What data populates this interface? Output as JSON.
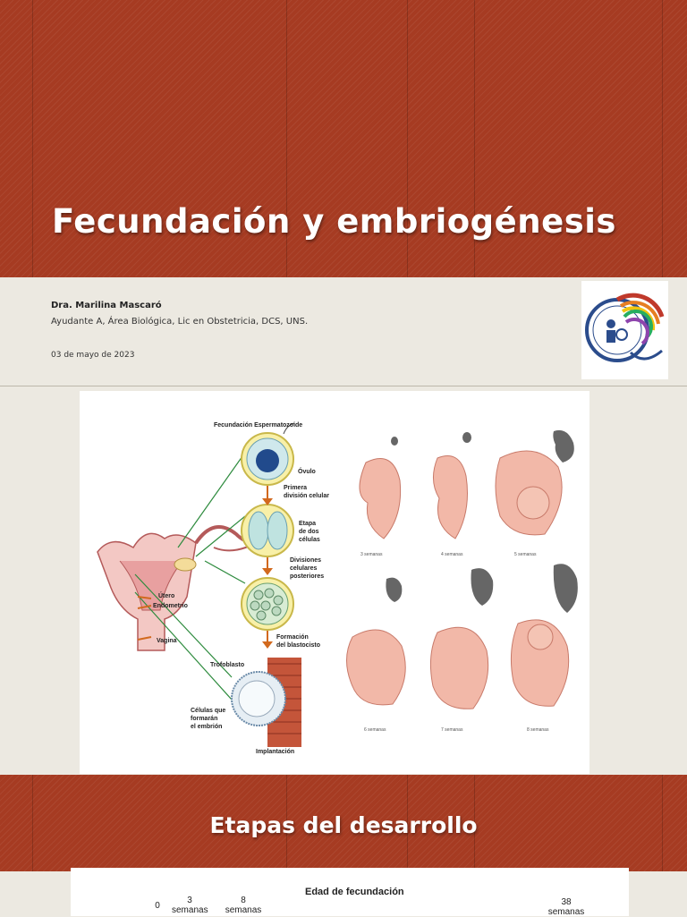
{
  "slide1": {
    "title": "Fecundación y embriogénesis",
    "author": "Dra. Marilina Mascaró",
    "role": "Ayudante A, Área Biológica, Lic en Obstetricia, DCS, UNS.",
    "date": "03 de mayo de 2023"
  },
  "figure": {
    "labels": {
      "fecundacion": "Fecundación Espermatozoide",
      "ovulo": "Óvulo",
      "primera_1": "Primera",
      "primera_2": "división celular",
      "etapa_1": "Etapa",
      "etapa_2": "de dos",
      "etapa_3": "células",
      "div_1": "Divisiones",
      "div_2": "celulares",
      "div_3": "posteriores",
      "form_1": "Formación",
      "form_2": "del blastocisto",
      "trofoblasto": "Trofoblasto",
      "utero": "Útero",
      "endometrio": "Endometrio",
      "vagina": "Vagina",
      "celulas_1": "Células que",
      "celulas_2": "formarán",
      "celulas_3": "el embrión",
      "implantacion": "Implantación"
    },
    "weeks": [
      "3 semanas",
      "4 semanas",
      "5 semanas",
      "6 semanas",
      "7 semanas",
      "8 semanas"
    ]
  },
  "slide2": {
    "title": "Etapas del desarrollo",
    "chart_caption": "Edad de fecundación",
    "ticks": [
      {
        "num": "0",
        "unit": ""
      },
      {
        "num": "3",
        "unit": "semanas"
      },
      {
        "num": "8",
        "unit": "semanas"
      },
      {
        "num": "38",
        "unit": "semanas"
      }
    ]
  },
  "colors": {
    "header_red": "#a63b22",
    "background": "#ece9e1",
    "arrow_orange": "#d2691e",
    "line_green": "#2e8b3e",
    "embryo_pink": "#f2b8a8"
  }
}
